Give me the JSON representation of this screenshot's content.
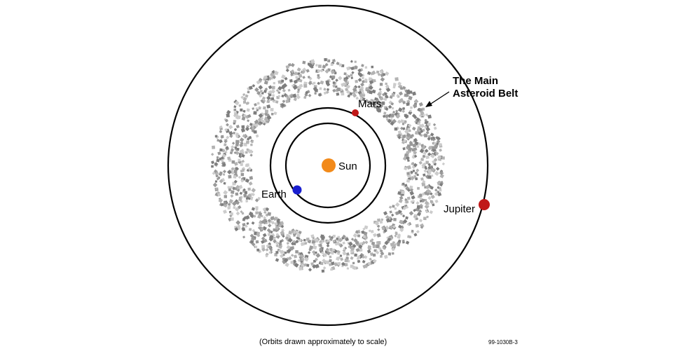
{
  "labels": {
    "belt_line1": "The Main",
    "belt_line2": "Asteroid Belt",
    "mars": "Mars",
    "sun": "Sun",
    "earth": "Earth",
    "jupiter": "Jupiter",
    "caption": "(Orbits drawn approximately to scale)",
    "figure_id": "99-1030B-3"
  },
  "colors": {
    "sun": "#f28a1a",
    "earth": "#1a1fd0",
    "mars": "#c01818",
    "jupiter": "#c01818",
    "orbit": "#000000",
    "asteroids": [
      "#7e7e7e",
      "#999999",
      "#b3b3b3",
      "#cccccc"
    ]
  }
}
